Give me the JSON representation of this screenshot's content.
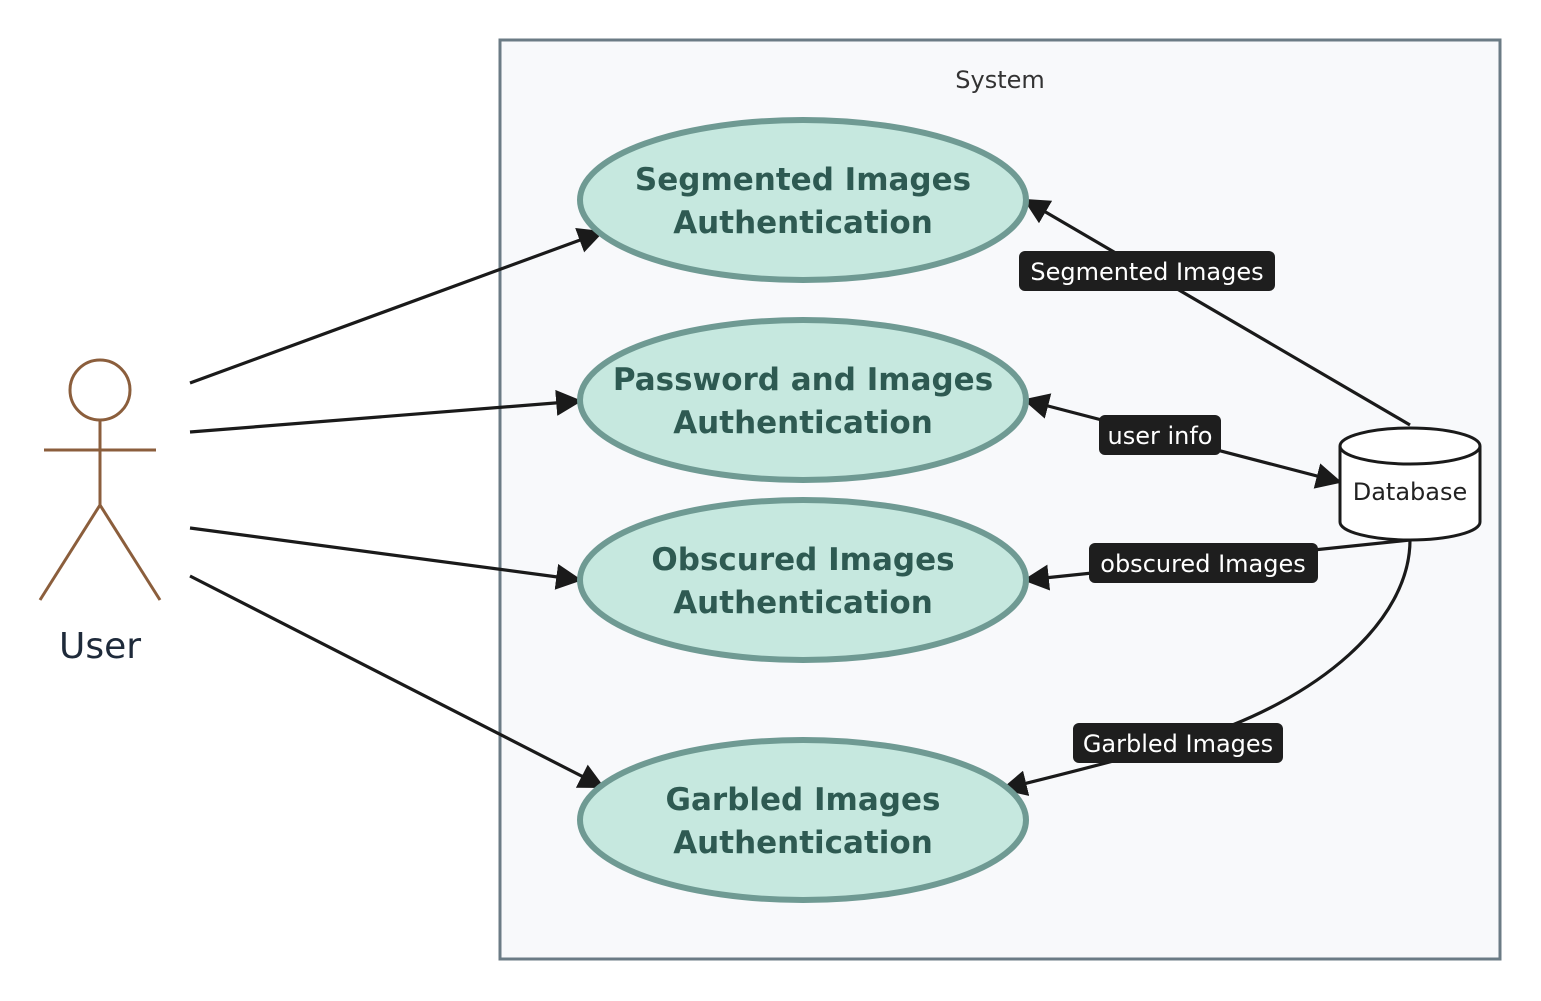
{
  "system": {
    "title": "System"
  },
  "actor": {
    "label": "User"
  },
  "database": {
    "label": "Database"
  },
  "use_cases": [
    {
      "line1": "Segmented Images",
      "line2": "Authentication"
    },
    {
      "line1": "Password and Images",
      "line2": "Authentication"
    },
    {
      "line1": "Obscured Images",
      "line2": "Authentication"
    },
    {
      "line1": "Garbled Images",
      "line2": "Authentication"
    }
  ],
  "edge_labels": {
    "segmented": "Segmented Images",
    "user_info": "user info",
    "obscured": "obscured Images",
    "garbled": "Garbled Images"
  },
  "colors": {
    "usecase_fill": "#c6e8df",
    "usecase_stroke": "#6f9a93",
    "actor_stroke": "#8b5e3c",
    "boundary_fill": "#f8f9fb",
    "boundary_stroke": "#6b7b85",
    "label_bg": "#1e1e1e"
  }
}
